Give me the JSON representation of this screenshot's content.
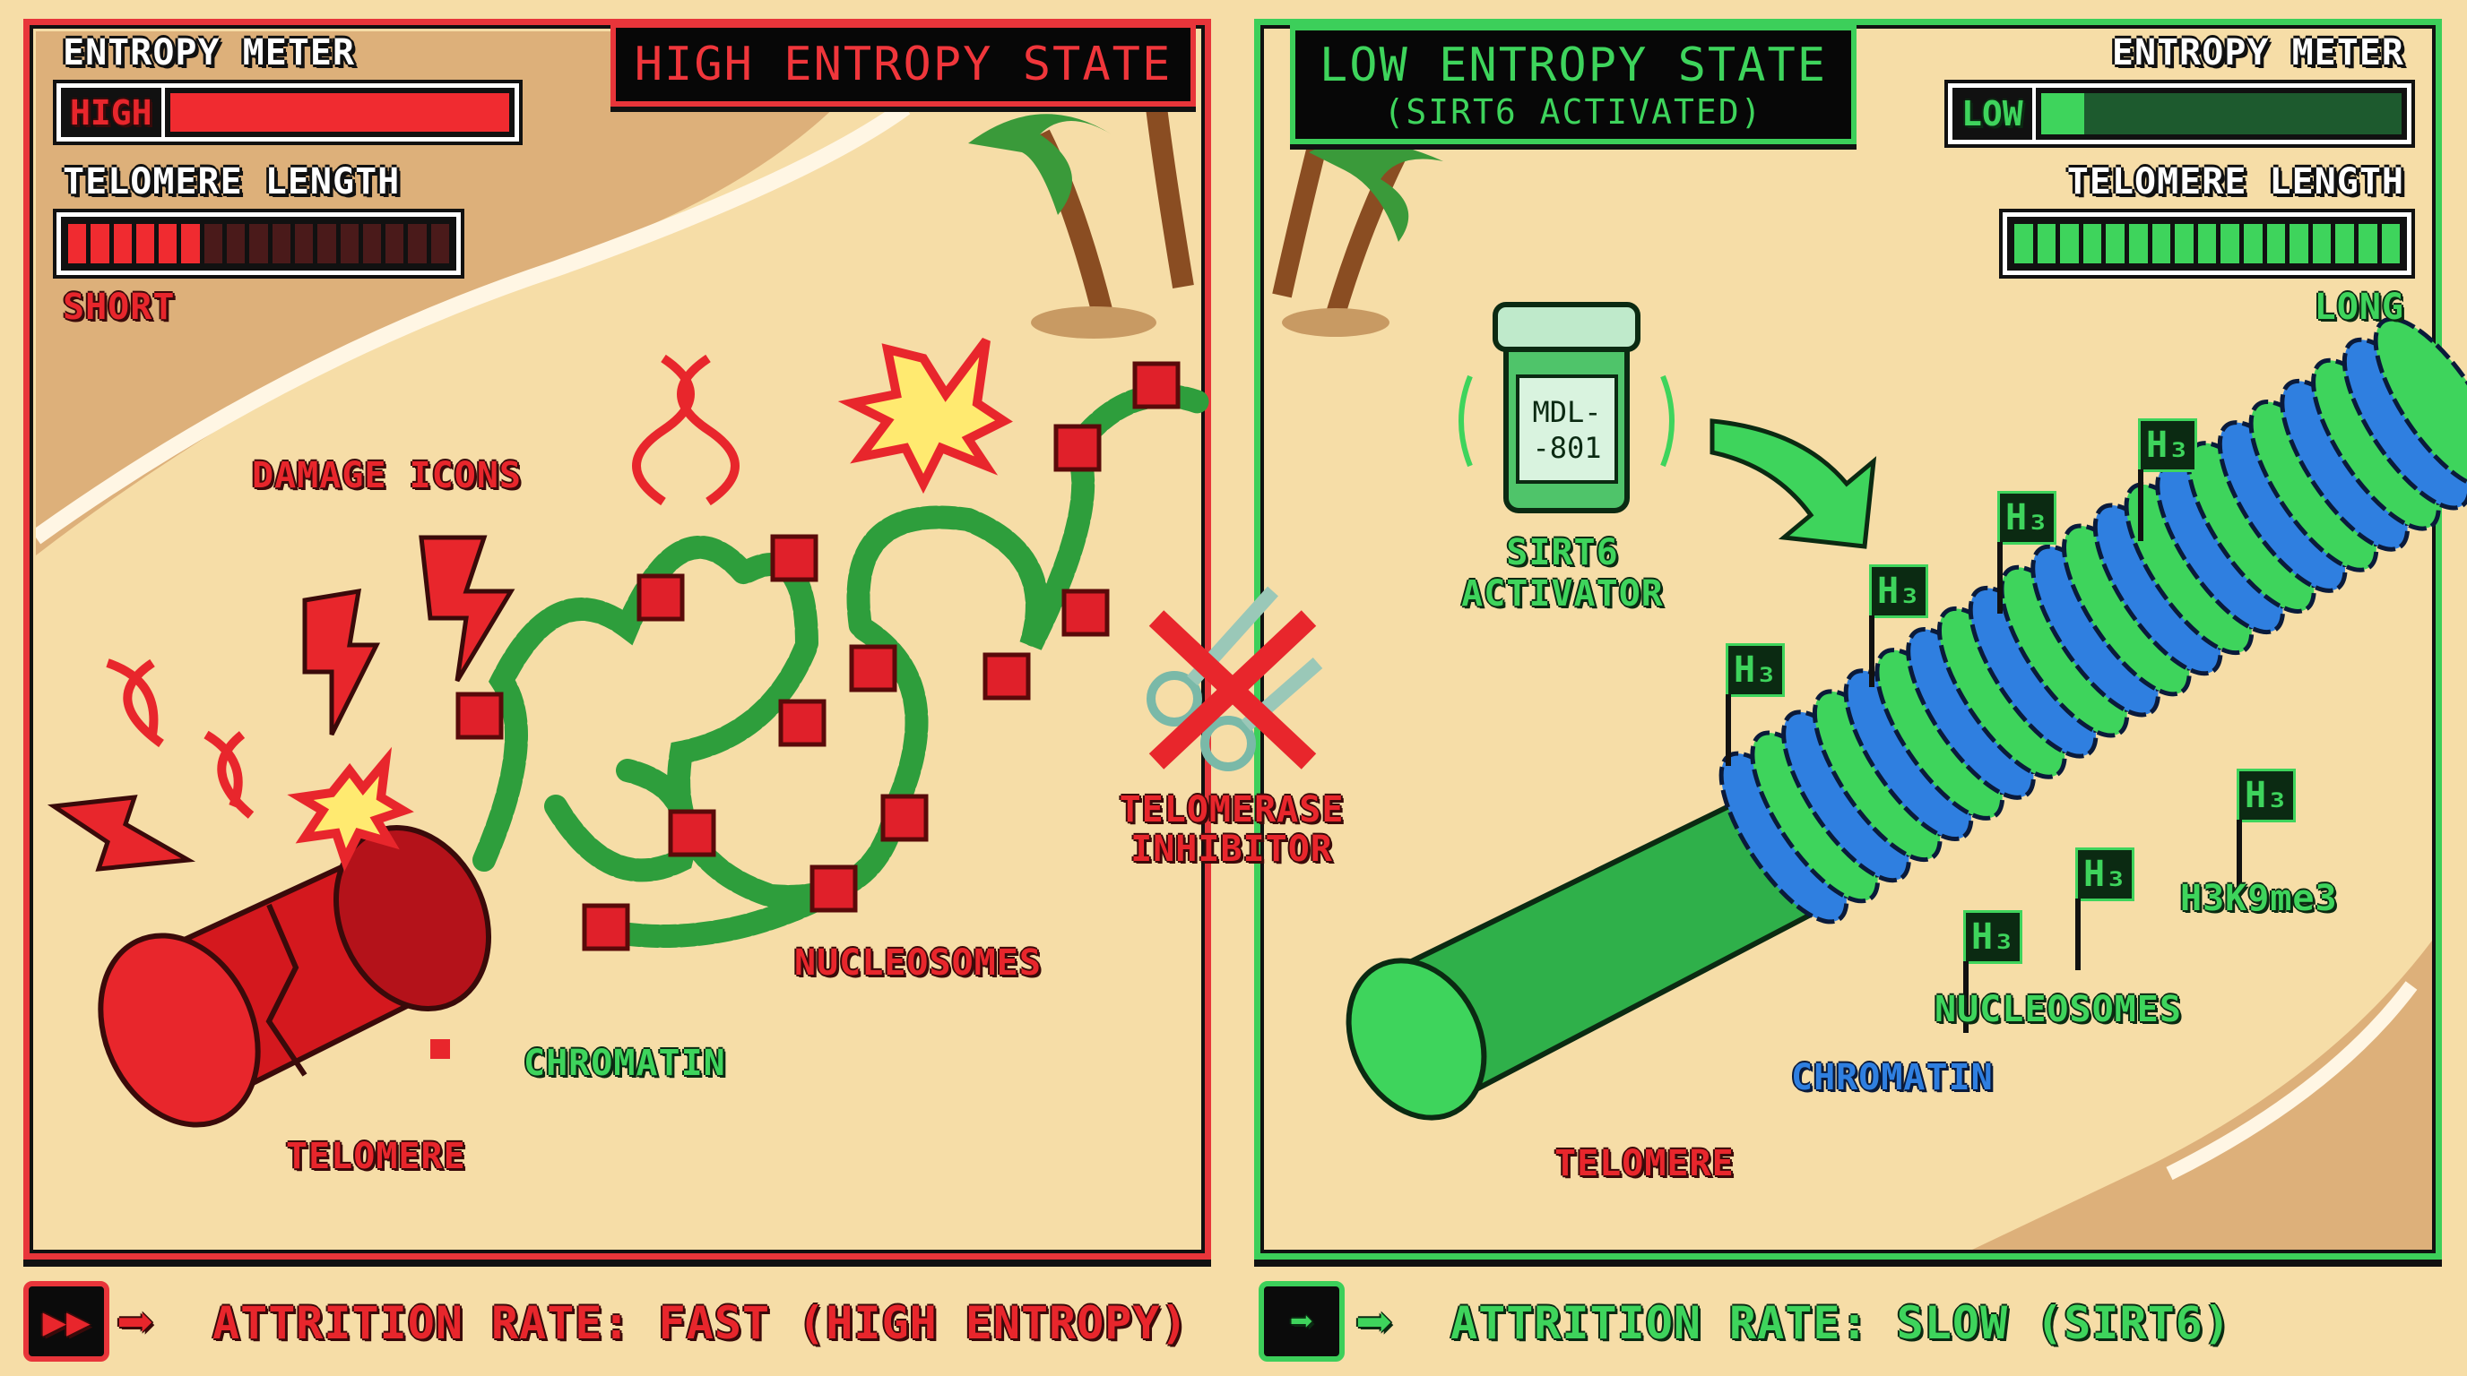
{
  "colors": {
    "high": "#e8262c",
    "low": "#3ed45c",
    "chromatin_right": "#2f7fe0",
    "sand": "#f6dda7"
  },
  "left": {
    "state_title": "HIGH ENTROPY STATE",
    "entropy_meter": {
      "label": "ENTROPY METER",
      "level_text": "HIGH",
      "fill_fraction": 1.0
    },
    "telomere_length": {
      "label": "TELOMERE LENGTH",
      "segments_filled": 6,
      "segments_total": 17,
      "status": "SHORT"
    },
    "labels": {
      "damage_icons": "DAMAGE ICONS",
      "nucleosomes": "NUCLEOSOMES",
      "chromatin": "CHROMATIN",
      "telomere": "TELOMERE"
    },
    "icons": [
      "dna-icon",
      "lightning-icon",
      "explosion-icon",
      "palm-tree-icon"
    ]
  },
  "center": {
    "telomerase_inhibitor_line1": "TELOMERASE",
    "telomerase_inhibitor_line2": "INHIBITOR",
    "icon": "scissors-crossed-icon"
  },
  "right": {
    "state_title": "LOW ENTROPY STATE",
    "state_subtitle": "(SIRT6 ACTIVATED)",
    "entropy_meter": {
      "label": "ENTROPY METER",
      "level_text": "LOW",
      "fill_fraction": 0.12
    },
    "telomere_length": {
      "label": "TELOMERE LENGTH",
      "segments_filled": 17,
      "segments_total": 17,
      "status": "LONG"
    },
    "jar": {
      "line1": "MDL-",
      "line2": "-801",
      "caption_line1": "SIRT6",
      "caption_line2": "ACTIVATOR"
    },
    "h3_mark": "H₃",
    "labels": {
      "h3k9me3": "H3K9me3",
      "nucleosomes": "NUCLEOSOMES",
      "chromatin": "CHROMATIN",
      "telomere": "TELOMERE"
    }
  },
  "footer": {
    "left_rate": "ATTRITION RATE: FAST (HIGH ENTROPY)",
    "right_rate": "ATTRITION RATE: SLOW (SIRT6)",
    "left_icon": "fast-forward-icon",
    "right_icon": "arrow-right-icon"
  }
}
